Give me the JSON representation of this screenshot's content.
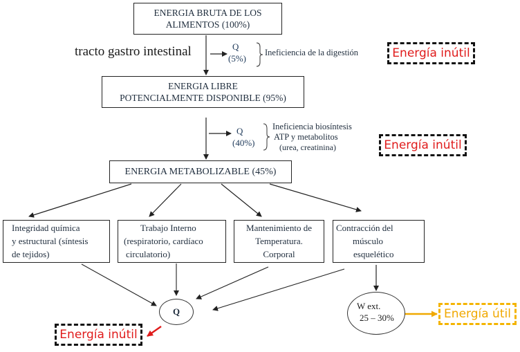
{
  "diagram": {
    "nodes": {
      "gross_energy": {
        "line1": "ENERGIA BRUTA  DE LOS",
        "line2": "ALIMENTOS  (100%)"
      },
      "free_energy": {
        "line1": "ENERGIA LIBRE",
        "line2": "POTENCIALMENTE DISPONIBLE (95%)"
      },
      "metabolizable": {
        "label": "ENERGIA METABOLIZABLE (45%)"
      },
      "integrity": {
        "line1": "Integridad química",
        "line2": "y estructural (síntesis",
        "line3": "de tejidos)"
      },
      "internal_work": {
        "line1": "Trabajo Interno",
        "line2": "(respiratorio, cardíaco",
        "line3": "circulatorio)"
      },
      "temperature": {
        "line1": "Mantenimiento de",
        "line2": "Temperatura.",
        "line3": "Corporal"
      },
      "contraction": {
        "line1": "Contracción del",
        "line2": "músculo",
        "line3": "esquelético"
      },
      "heat": {
        "label": "Q"
      },
      "external_work": {
        "line1": "W ext.",
        "line2": "25 – 30%"
      }
    },
    "side_labels": {
      "gi_tract": "tracto gastro intestinal",
      "loss1_q": "Q",
      "loss1_pct": "(5%)",
      "loss1_desc": "Ineficiencia de la digestión",
      "loss2_q": "Q",
      "loss2_pct": "(40%)",
      "loss2_desc1": "Ineficiencia biosíntesis",
      "loss2_desc2": "ATP y metabolitos",
      "loss2_desc3": "(urea, creatinina)"
    },
    "tags": {
      "useless_1": "Energía inútil",
      "useless_2": "Energía inútil",
      "useless_3": "Energía inútil",
      "useful": "Energía útil"
    },
    "colors": {
      "useless": "#e01b1b",
      "useful": "#f0a800",
      "arrow": "#222222"
    }
  }
}
